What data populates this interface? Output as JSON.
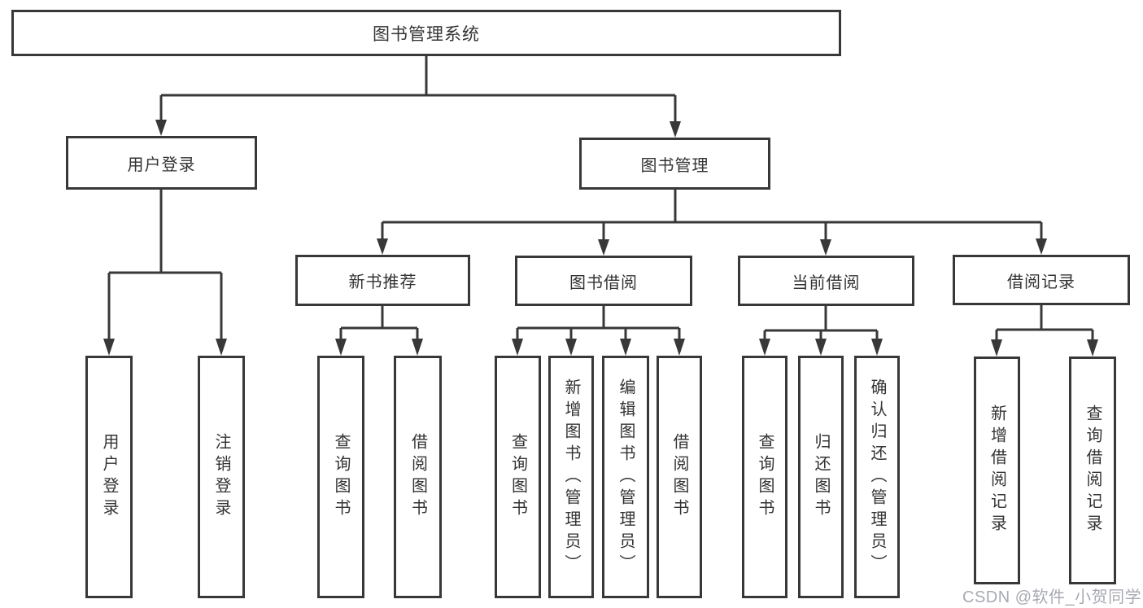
{
  "diagram": {
    "tree": {
      "label": "图书管理系统",
      "children": [
        {
          "label": "用户登录",
          "children": [
            {
              "label": "用户登录"
            },
            {
              "label": "注销登录"
            }
          ]
        },
        {
          "label": "图书管理",
          "children": [
            {
              "label": "新书推荐",
              "children": [
                {
                  "label": "查询图书"
                },
                {
                  "label": "借阅图书"
                }
              ]
            },
            {
              "label": "图书借阅",
              "children": [
                {
                  "label": "查询图书"
                },
                {
                  "label": "新增图书（管理员）"
                },
                {
                  "label": "编辑图书（管理员）"
                },
                {
                  "label": "借阅图书"
                }
              ]
            },
            {
              "label": "当前借阅",
              "children": [
                {
                  "label": "查询图书"
                },
                {
                  "label": "归还图书"
                },
                {
                  "label": "确认归还（管理员）"
                }
              ]
            },
            {
              "label": "借阅记录",
              "children": [
                {
                  "label": "新增借阅记录"
                },
                {
                  "label": "查询借阅记录"
                }
              ]
            }
          ]
        }
      ]
    },
    "colors": {
      "line": "#383838",
      "text": "#333333",
      "background": "#ffffff",
      "watermark_gray": "#a8aab2"
    }
  },
  "watermark": {
    "text": "CSDN @软件_小贺同学"
  }
}
